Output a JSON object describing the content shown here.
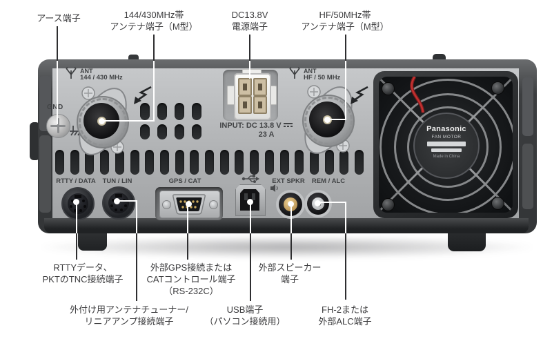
{
  "figure": {
    "description_language": "ja",
    "background_color": "#ffffff",
    "callout_line_color_on_device": "#ffffff",
    "callout_line_color_off_device": "#2e2e30",
    "callout_text_color": "#3b3b3d",
    "panel_color": "#b2b4b6"
  },
  "callouts": {
    "ground": {
      "label": "アース端子"
    },
    "ant_vhf": {
      "label": "144/430MHz帯\nアンテナ端子（M型）"
    },
    "dc_power": {
      "label": "DC13.8V\n電源端子"
    },
    "ant_hf": {
      "label": "HF/50MHz帯\nアンテナ端子（M型）"
    },
    "rtty_tnc": {
      "label": "RTTYデータ、\nPKTのTNC接続端子"
    },
    "gps_cat": {
      "label": "外部GPS接続または\nCATコントロール端子\n（RS-232C）"
    },
    "ext_spkr": {
      "label": "外部スピーカー\n端子"
    },
    "tuner_linear": {
      "label": "外付け用アンテナチューナー/\nリニアアンプ接続端子"
    },
    "usb": {
      "label": "USB端子\n（パソコン接続用）"
    },
    "fh2_alc": {
      "label": "FH-2または\n外部ALC端子"
    }
  },
  "panel": {
    "gnd": "GND",
    "ant_vhf_line1": "ANT",
    "ant_vhf_line2": "144 / 430 MHz",
    "ant_hf_line1": "ANT",
    "ant_hf_line2": "HF / 50 MHz",
    "input_line1": "INPUT: DC 13.8 V",
    "input_line2": "23 A",
    "rtty_data": "RTTY / DATA",
    "tun_lin": "TUN / LIN",
    "gps_cat": "GPS / CAT",
    "ext_spkr": "EXT SPKR",
    "rem_alc": "REM / ALC",
    "fan_brand": "Panasonic",
    "fan_sub": "FAN MOTOR",
    "fan_origin": "Made in China"
  },
  "icons": {
    "antenna_icon": "antenna symbol above each ANT jack",
    "lightning_icon": "lightning-arrow beside each ANT jack",
    "ground_icon": "chassis ground symbol beside GND screw",
    "usb_icon": "USB trident above USB-B port",
    "speaker_icon": "small speaker beside EXT SPKR jack",
    "dc_symbol": "DC (solid over dashed line) after 13.8 V"
  }
}
